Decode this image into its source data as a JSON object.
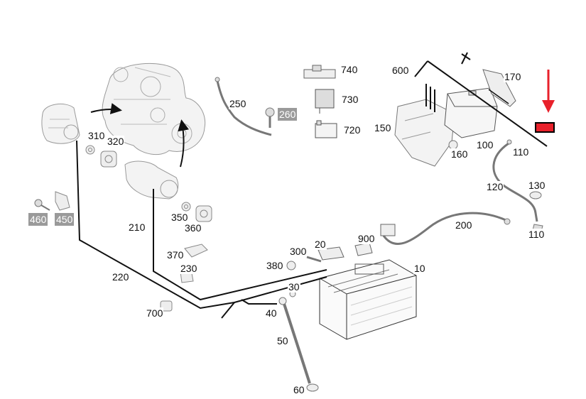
{
  "diagram": {
    "colors": {
      "line": "#111111",
      "part_stroke": "#7a7a7a",
      "part_fill": "#f2f2f2",
      "highlight_bg": "#9a9a9a",
      "selected_bg": "#e8212b",
      "arrow": "#e8212b"
    },
    "callouts": [
      {
        "id": "600",
        "label": "600"
      },
      {
        "id": "740",
        "label": "740"
      },
      {
        "id": "170",
        "label": "170"
      },
      {
        "id": "730",
        "label": "730"
      },
      {
        "id": "250",
        "label": "250"
      },
      {
        "id": "260",
        "label": "260",
        "highlighted": true
      },
      {
        "id": "720",
        "label": "720"
      },
      {
        "id": "150",
        "label": "150"
      },
      {
        "id": "310",
        "label": "310"
      },
      {
        "id": "320",
        "label": "320"
      },
      {
        "id": "100",
        "label": "100"
      },
      {
        "id": "110a",
        "label": "110"
      },
      {
        "id": "160",
        "label": "160"
      },
      {
        "id": "130",
        "label": "130"
      },
      {
        "id": "120",
        "label": "120"
      },
      {
        "id": "460",
        "label": "460",
        "highlighted": true
      },
      {
        "id": "450",
        "label": "450",
        "highlighted": true
      },
      {
        "id": "350",
        "label": "350"
      },
      {
        "id": "210",
        "label": "210"
      },
      {
        "id": "360",
        "label": "360"
      },
      {
        "id": "200",
        "label": "200"
      },
      {
        "id": "110b",
        "label": "110"
      },
      {
        "id": "900",
        "label": "900"
      },
      {
        "id": "20",
        "label": "20"
      },
      {
        "id": "300",
        "label": "300"
      },
      {
        "id": "370",
        "label": "370"
      },
      {
        "id": "380",
        "label": "380"
      },
      {
        "id": "10",
        "label": "10"
      },
      {
        "id": "230",
        "label": "230"
      },
      {
        "id": "220",
        "label": "220"
      },
      {
        "id": "30",
        "label": "30"
      },
      {
        "id": "700",
        "label": "700"
      },
      {
        "id": "40",
        "label": "40"
      },
      {
        "id": "50",
        "label": "50"
      },
      {
        "id": "60",
        "label": "60"
      }
    ],
    "selected": {
      "label": "",
      "selected": true
    }
  }
}
